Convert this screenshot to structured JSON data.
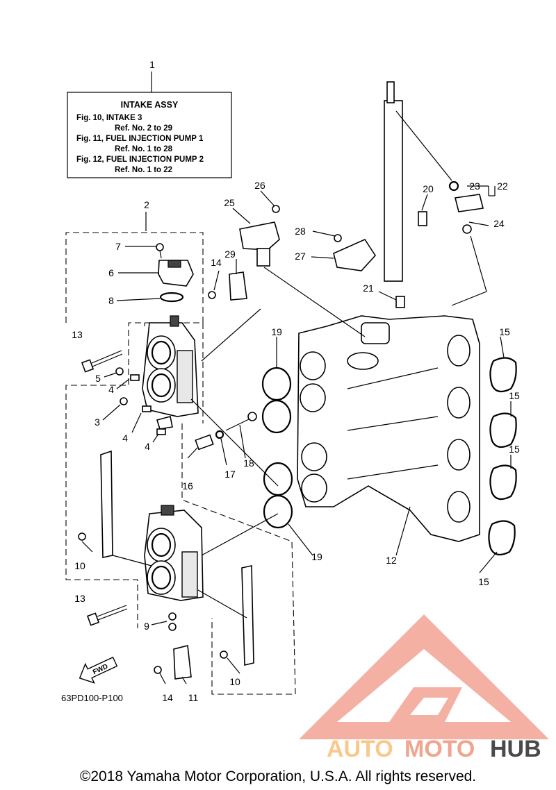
{
  "intake_box": {
    "title": "INTAKE ASSY",
    "lines": [
      "Fig. 10, INTAKE 3",
      "Ref. No. 2 to 29",
      "Fig. 11, FUEL INJECTION PUMP 1",
      "Ref. No. 1 to 28",
      "Fig. 12, FUEL INJECTION PUMP 2",
      "Ref. No. 1 to 22"
    ]
  },
  "callouts": {
    "c1": "1",
    "c2": "2",
    "c3": "3",
    "c4a": "4",
    "c4b": "4",
    "c4c": "4",
    "c5": "5",
    "c6": "6",
    "c7": "7",
    "c8": "8",
    "c9": "9",
    "c10a": "10",
    "c10b": "10",
    "c11": "11",
    "c12": "12",
    "c13a": "13",
    "c13b": "13",
    "c14a": "14",
    "c14b": "14",
    "c15a": "15",
    "c15b": "15",
    "c15c": "15",
    "c15d": "15",
    "c16": "16",
    "c17": "17",
    "c18": "18",
    "c19a": "19",
    "c19b": "19",
    "c20": "20",
    "c21": "21",
    "c22": "22",
    "c23": "23",
    "c24": "24",
    "c25": "25",
    "c26": "26",
    "c27": "27",
    "c28": "28",
    "c29": "29"
  },
  "fwd_label": "FWD",
  "diagram_code": "63PD100-P100",
  "copyright": "©2018 Yamaha Motor Corporation, U.S.A. All rights reserved.",
  "watermark": {
    "part1": "AUTO",
    "part2": "MOTO",
    "part3": "HUB"
  },
  "colors": {
    "watermark_triangle": "#f4a79a",
    "watermark_auto": "#f8c98a",
    "watermark_moto": "#f1a48f",
    "watermark_hub": "#4a4a4a"
  }
}
